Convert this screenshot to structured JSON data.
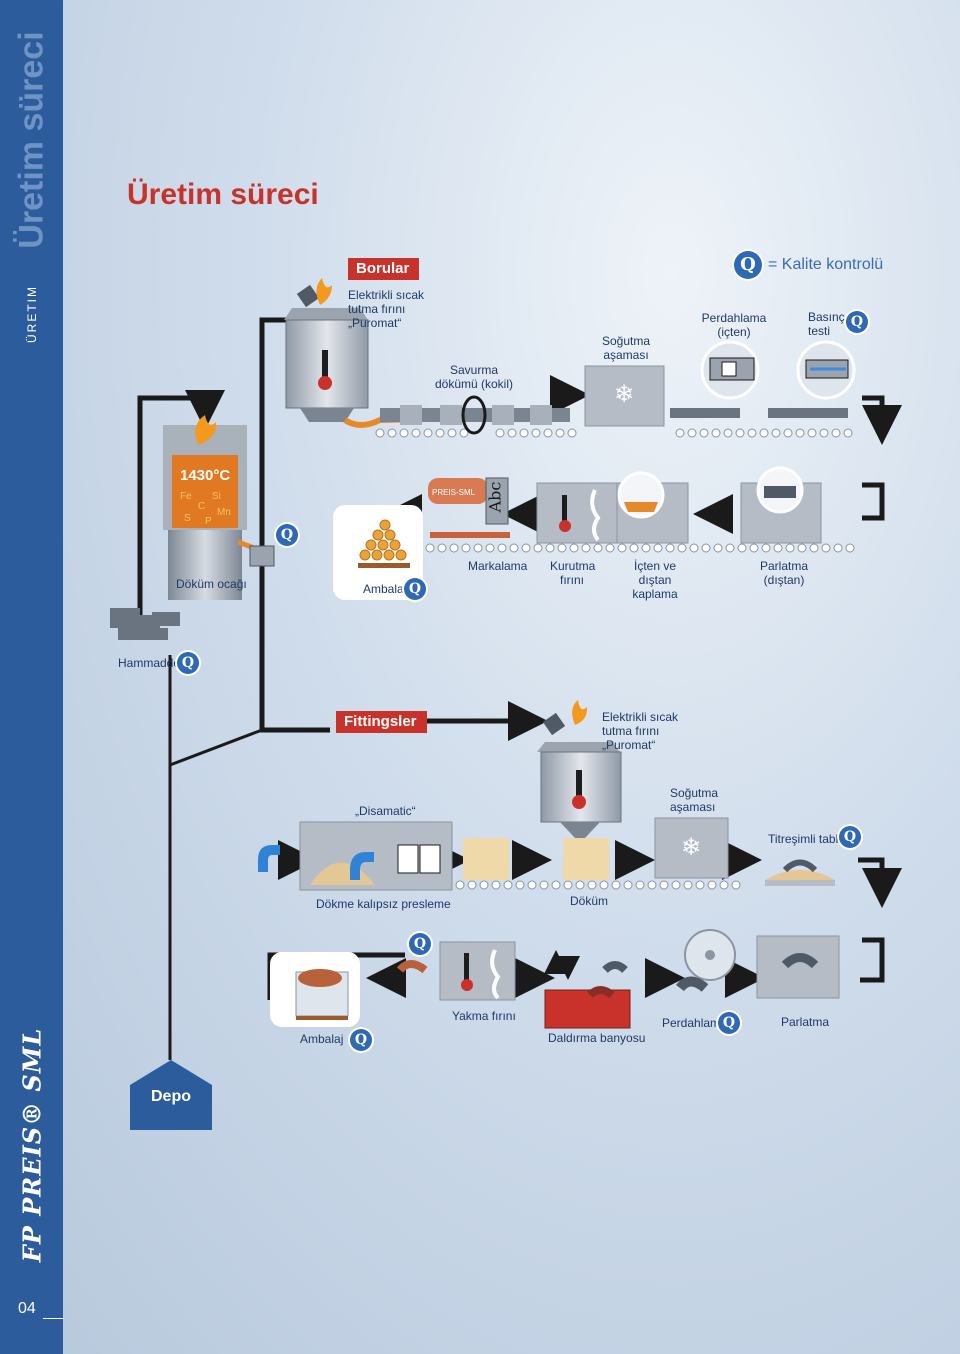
{
  "sidebar": {
    "title": "Üretim süreci",
    "section": "ÜRETIM",
    "brand": "FP PREIS® SML",
    "page_number": "04"
  },
  "header": {
    "title": "Üretim süreci"
  },
  "legend": {
    "q_symbol": "Q",
    "text": "= Kalite kontrolü"
  },
  "pipes": {
    "tag": "Borular",
    "furnace": "Elektrikli sıcak tutma fırını „Puromat“",
    "centrifugal": "Savurma dökümü (kokil)",
    "cooling": "Soğutma aşaması",
    "grinding_inside": "Perdahlama (içten)",
    "pressure_test": "Basınç testi",
    "cupola_temp": "1430°C",
    "elements": [
      "Fe",
      "Si",
      "C",
      "Mn",
      "S",
      "P"
    ],
    "cupola": "Döküm ocağı",
    "packing": "Ambalaj",
    "marking": "Markalama",
    "marking_stamp": "PREIS-SML",
    "marking_text": "Abc",
    "drying": "Kurutma fırını",
    "coating": "İçten ve dıştan kaplama",
    "blasting": "Parlatma (dıştan)",
    "raw_material": "Hammadde"
  },
  "fittings": {
    "tag": "Fittingsler",
    "furnace": "Elektrikli sıcak tutma fırını „Puromat“",
    "disamatic": "„Disamatic“",
    "cooling": "Soğutma aşaması",
    "vibration": "Titreşimli tabla",
    "molding": "Dökme kalıpsız presleme",
    "casting": "Döküm",
    "packing": "Ambalaj",
    "baking": "Yakma fırını",
    "dipping": "Daldırma banyosu",
    "grinding": "Perdahlama",
    "blasting": "Parlatma"
  },
  "warehouse": "Depo",
  "colors": {
    "sidebar": "#2c5c9c",
    "accent_red": "#c8322a",
    "q_blue": "#2f68b4",
    "flow_line": "#1a1a1a"
  }
}
